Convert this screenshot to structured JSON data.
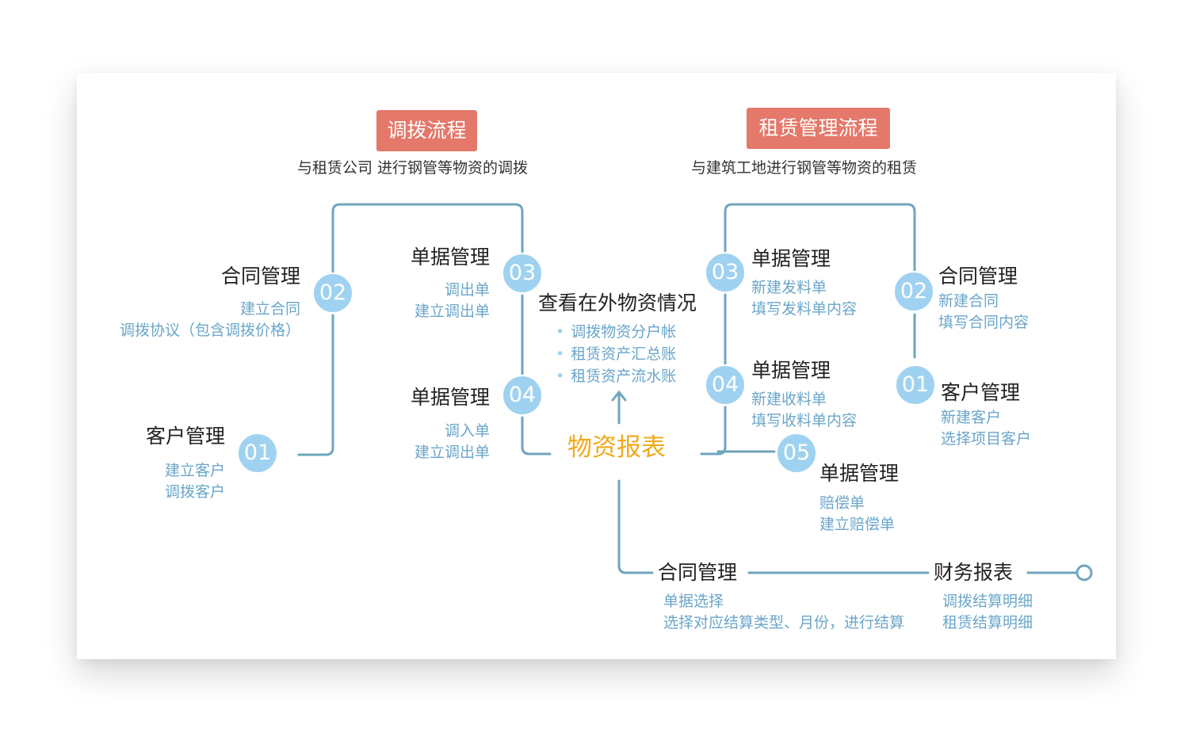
{
  "colors": {
    "line": "#6fa5bd",
    "node": "#9fd2f0",
    "banner": "#e4786a",
    "accent": "#f0a91b",
    "sub_text": "#6aa6c9"
  },
  "left": {
    "banner": "调拨流程",
    "desc": "与租赁公司  进行钢管等物资的调拨",
    "n01": {
      "num": "01",
      "title": "客户管理",
      "lines": [
        "建立客户",
        "调拨客户"
      ]
    },
    "n02": {
      "num": "02",
      "title": "合同管理",
      "lines": [
        "建立合同",
        "调拨协议（包含调拨价格）"
      ]
    },
    "n03": {
      "num": "03",
      "title": "单据管理",
      "lines": [
        "调出单",
        "建立调出单"
      ]
    },
    "n04": {
      "num": "04",
      "title": "单据管理",
      "lines": [
        "调入单",
        "建立调出单"
      ]
    }
  },
  "right": {
    "banner": "租赁管理流程",
    "desc": "与建筑工地进行钢管等物资的租赁",
    "n01": {
      "num": "01",
      "title": "客户管理",
      "lines": [
        "新建客户",
        "选择项目客户"
      ]
    },
    "n02": {
      "num": "02",
      "title": "合同管理",
      "lines": [
        "新建合同",
        "填写合同内容"
      ]
    },
    "n03": {
      "num": "03",
      "title": "单据管理",
      "lines": [
        "新建发料单",
        "填写发料单内容"
      ]
    },
    "n04": {
      "num": "04",
      "title": "单据管理",
      "lines": [
        "新建收料单",
        "填写收料单内容"
      ]
    },
    "n05": {
      "num": "05",
      "title": "单据管理",
      "lines": [
        "赔偿单",
        "建立赔偿单"
      ]
    }
  },
  "center": {
    "label": "物资报表",
    "view_title": "查看在外物资情况",
    "bullets": [
      "调拨物资分户帐",
      "租赁资产汇总账",
      "租赁资产流水账"
    ]
  },
  "bottom": {
    "contract": {
      "title": "合同管理",
      "lines": [
        "单据选择",
        "选择对应结算类型、月份，进行结算"
      ]
    },
    "finance": {
      "title": "财务报表",
      "lines": [
        "调拨结算明细",
        "租赁结算明细"
      ]
    }
  }
}
